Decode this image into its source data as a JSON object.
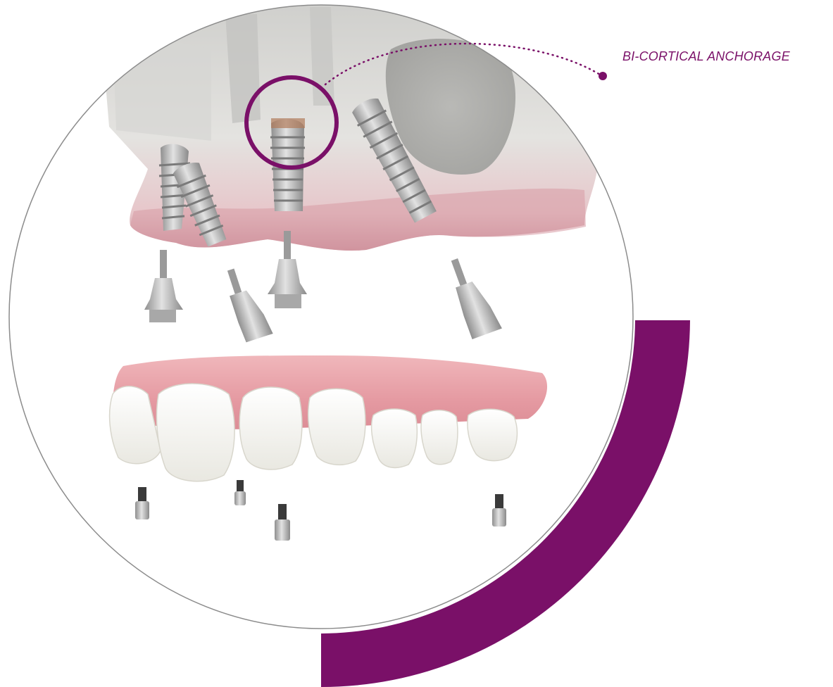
{
  "callout": {
    "label": "BI-CORTICAL ANCHORAGE"
  },
  "colors": {
    "accent": "#7A1068",
    "outline": "#8c8c8c",
    "bone": "#d9d9d6",
    "gum": "#e8a3a8",
    "tooth": "#f7f6f1",
    "metal": "#bcbcbc"
  },
  "illustration": {
    "subject": "All-on-4 dental implant full-arch restoration",
    "parts": [
      "maxilla-bone",
      "implants",
      "abutments",
      "denture-prosthesis",
      "prosthetic-screws"
    ],
    "implant_count": 4,
    "abutment_count": 4,
    "screw_count": 4
  }
}
